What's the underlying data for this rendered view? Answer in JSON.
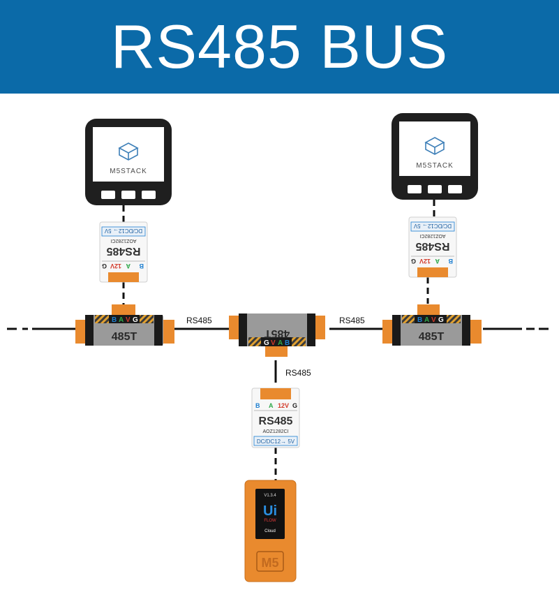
{
  "banner": {
    "title": "RS485 BUS"
  },
  "colors": {
    "banner": "#0b6aa8",
    "orange": "#e98a2e",
    "gray_unit": "#9a9a9a",
    "black_device": "#1f1f1f",
    "pin_blue": "#1d7fd0",
    "pin_green": "#2ea84a",
    "pin_red": "#d23a2a",
    "pin_black": "#222222"
  },
  "bus_labels": {
    "left": "RS485",
    "right": "RS485",
    "down": "RS485"
  },
  "hubs": {
    "left": {
      "label": "485T",
      "pins": [
        "B",
        "A",
        "V",
        "G"
      ]
    },
    "center": {
      "label": "485T",
      "pins": [
        "B",
        "A",
        "V",
        "G"
      ]
    },
    "right": {
      "label": "485T",
      "pins": [
        "B",
        "A",
        "V",
        "G"
      ]
    }
  },
  "modules": {
    "name": "RS485",
    "chip": "AOZ1282CI",
    "footer": "DC/DC12→ 5V",
    "pins": [
      "B",
      "A",
      "12V",
      "G"
    ]
  },
  "devices": {
    "core_left": {
      "brand": "M5STACK",
      "icon": "m5stack-logo-icon"
    },
    "core_right": {
      "brand": "M5STACK",
      "icon": "m5stack-logo-icon"
    },
    "stick": {
      "version": "V1.3.4",
      "ui_letters": "Ui",
      "flow_text": "FLOW",
      "cloud_text": "Cloud",
      "logo_text": "M5"
    }
  }
}
